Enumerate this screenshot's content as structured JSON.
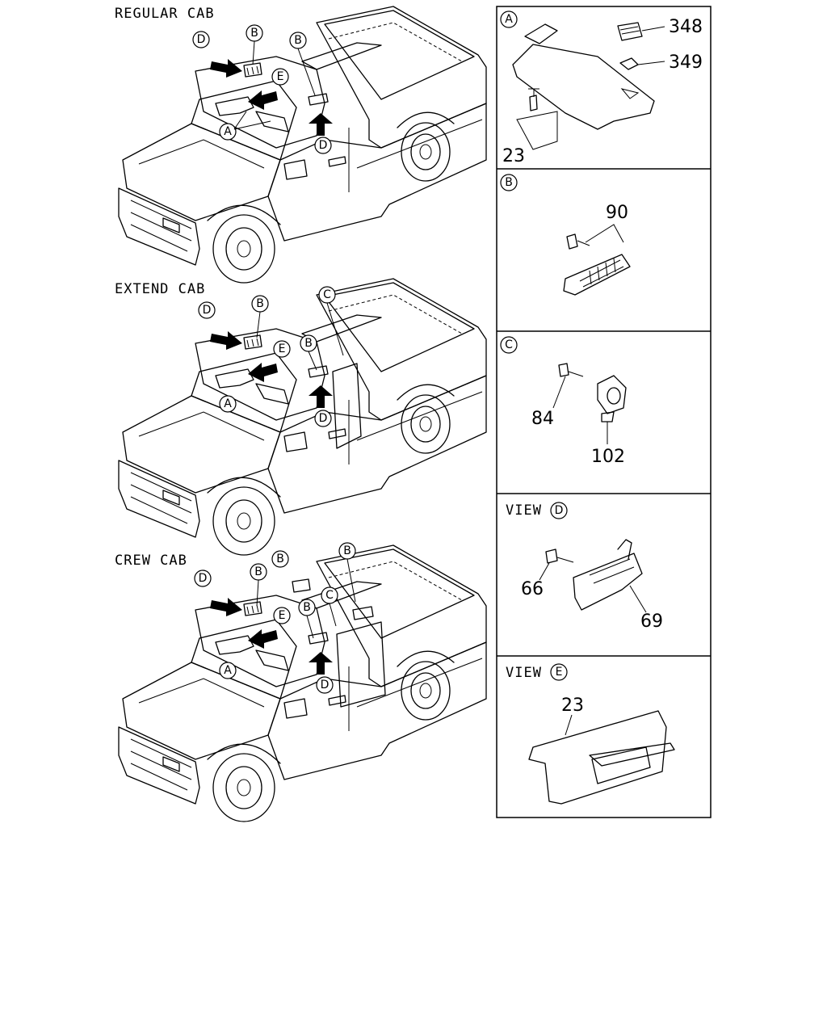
{
  "cabs": [
    {
      "title": "REGULAR CAB"
    },
    {
      "title": "EXTEND CAB"
    },
    {
      "title": "CREW CAB"
    }
  ],
  "callout_letters": {
    "a": "A",
    "b": "B",
    "c": "C",
    "d": "D",
    "e": "E"
  },
  "panels": {
    "a": {
      "letter": "A",
      "parts": [
        "348",
        "349",
        "23"
      ]
    },
    "b": {
      "letter": "B",
      "parts": [
        "90"
      ]
    },
    "c": {
      "letter": "C",
      "parts": [
        "84",
        "102"
      ]
    },
    "d": {
      "view_label": "VIEW",
      "letter": "D",
      "parts": [
        "66",
        "69"
      ]
    },
    "e": {
      "view_label": "VIEW",
      "letter": "E",
      "parts": [
        "23"
      ]
    }
  }
}
